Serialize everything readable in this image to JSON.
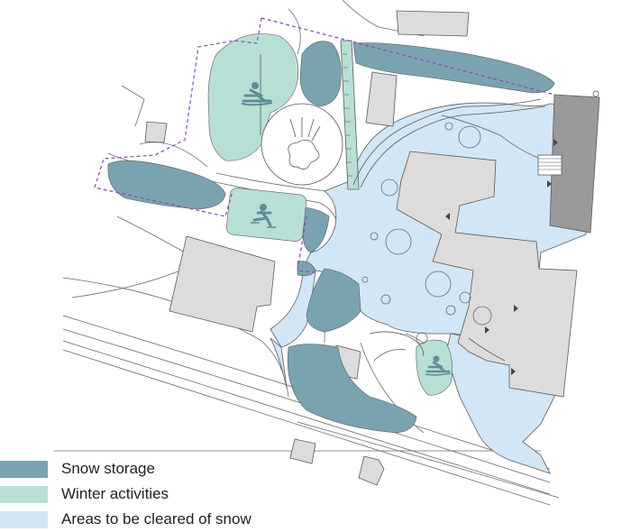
{
  "colors": {
    "snow_storage": "#7aa3b0",
    "winter_activities": "#b8dfd6",
    "cleared": "#d2e6f6",
    "building": "#dcdcdc",
    "building_dark": "#9a9a9a",
    "boundary": "#8a4bb0",
    "outline": "#5a5a5a"
  },
  "legend": {
    "items": [
      {
        "label": "Snow storage",
        "color": "#7aa3b0"
      },
      {
        "label": "Winter activities",
        "color": "#b8dfd6"
      },
      {
        "label": "Areas to be cleared of snow",
        "color": "#d2e6f6"
      }
    ]
  },
  "icons": [
    "sled-icon",
    "skating-icon",
    "sled-icon"
  ]
}
